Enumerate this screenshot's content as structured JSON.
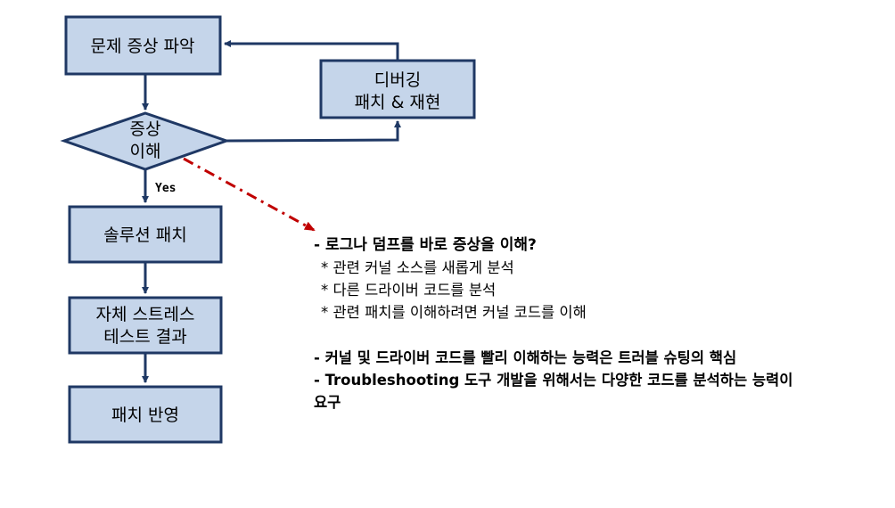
{
  "flowchart": {
    "step_identify": "문제 증상 파악",
    "decision_line1": "증상",
    "decision_line2": "이해",
    "yes_label": "Yes",
    "step_debug_line1": "디버깅",
    "step_debug_line2": "패치 & 재현",
    "step_solution": "솔루션 패치",
    "step_stress_line1": "자체 스트레스",
    "step_stress_line2": "테스트 결과",
    "step_apply": "패치 반영"
  },
  "notes": {
    "question": "- 로그나 덤프를 바로 증상을 이해?",
    "items": [
      "* 관련 커널 소스를 새롭게 분석",
      "* 다른 드라이버 코드를 분석",
      "* 관련 패치를 이해하려면 커널 코드를 이해"
    ],
    "point1": "- 커널 및 드라이버 코드를 빨리 이해하는 능력은 트러블 슈팅의 핵심",
    "point2": "- Troubleshooting 도구 개발을 위해서는 다양한 코드를 분석하는 능력이",
    "point2_cont": "요구"
  },
  "colors": {
    "box_fill": "#c5d5ea",
    "box_stroke": "#1f3864",
    "arrow": "#1f3864",
    "dashed_arrow": "#c00000"
  }
}
